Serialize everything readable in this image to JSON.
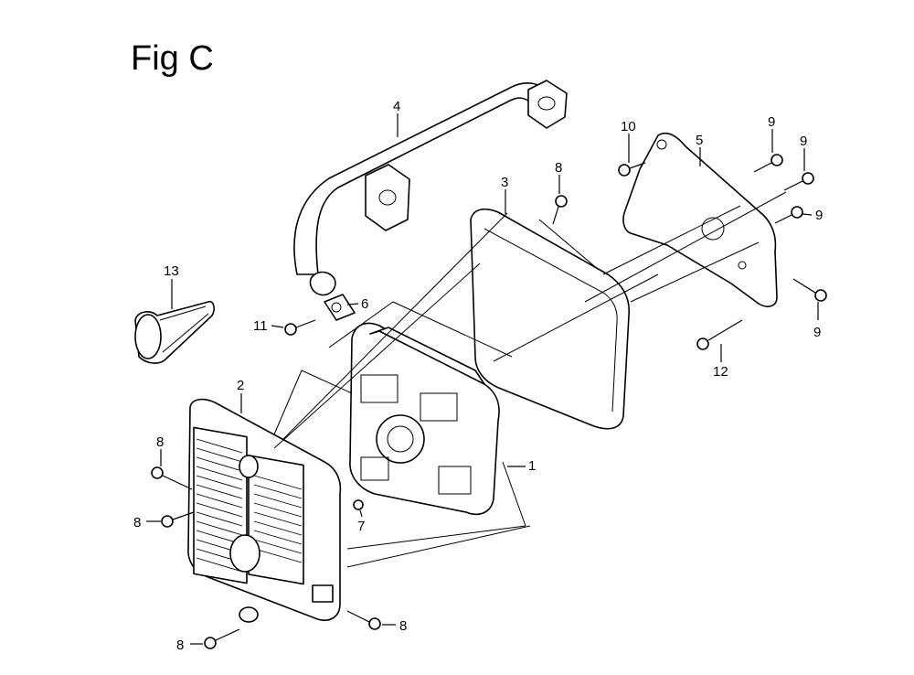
{
  "figure": {
    "title": "Fig C"
  },
  "callouts": {
    "c1": "1",
    "c2": "2",
    "c3": "3",
    "c4": "4",
    "c5": "5",
    "c6": "6",
    "c7": "7",
    "c8a": "8",
    "c8b": "8",
    "c8c": "8",
    "c8d": "8",
    "c8e": "8",
    "c9a": "9",
    "c9b": "9",
    "c9c": "9",
    "c9d": "9",
    "c10": "10",
    "c11": "11",
    "c12": "12",
    "c13": "13"
  }
}
